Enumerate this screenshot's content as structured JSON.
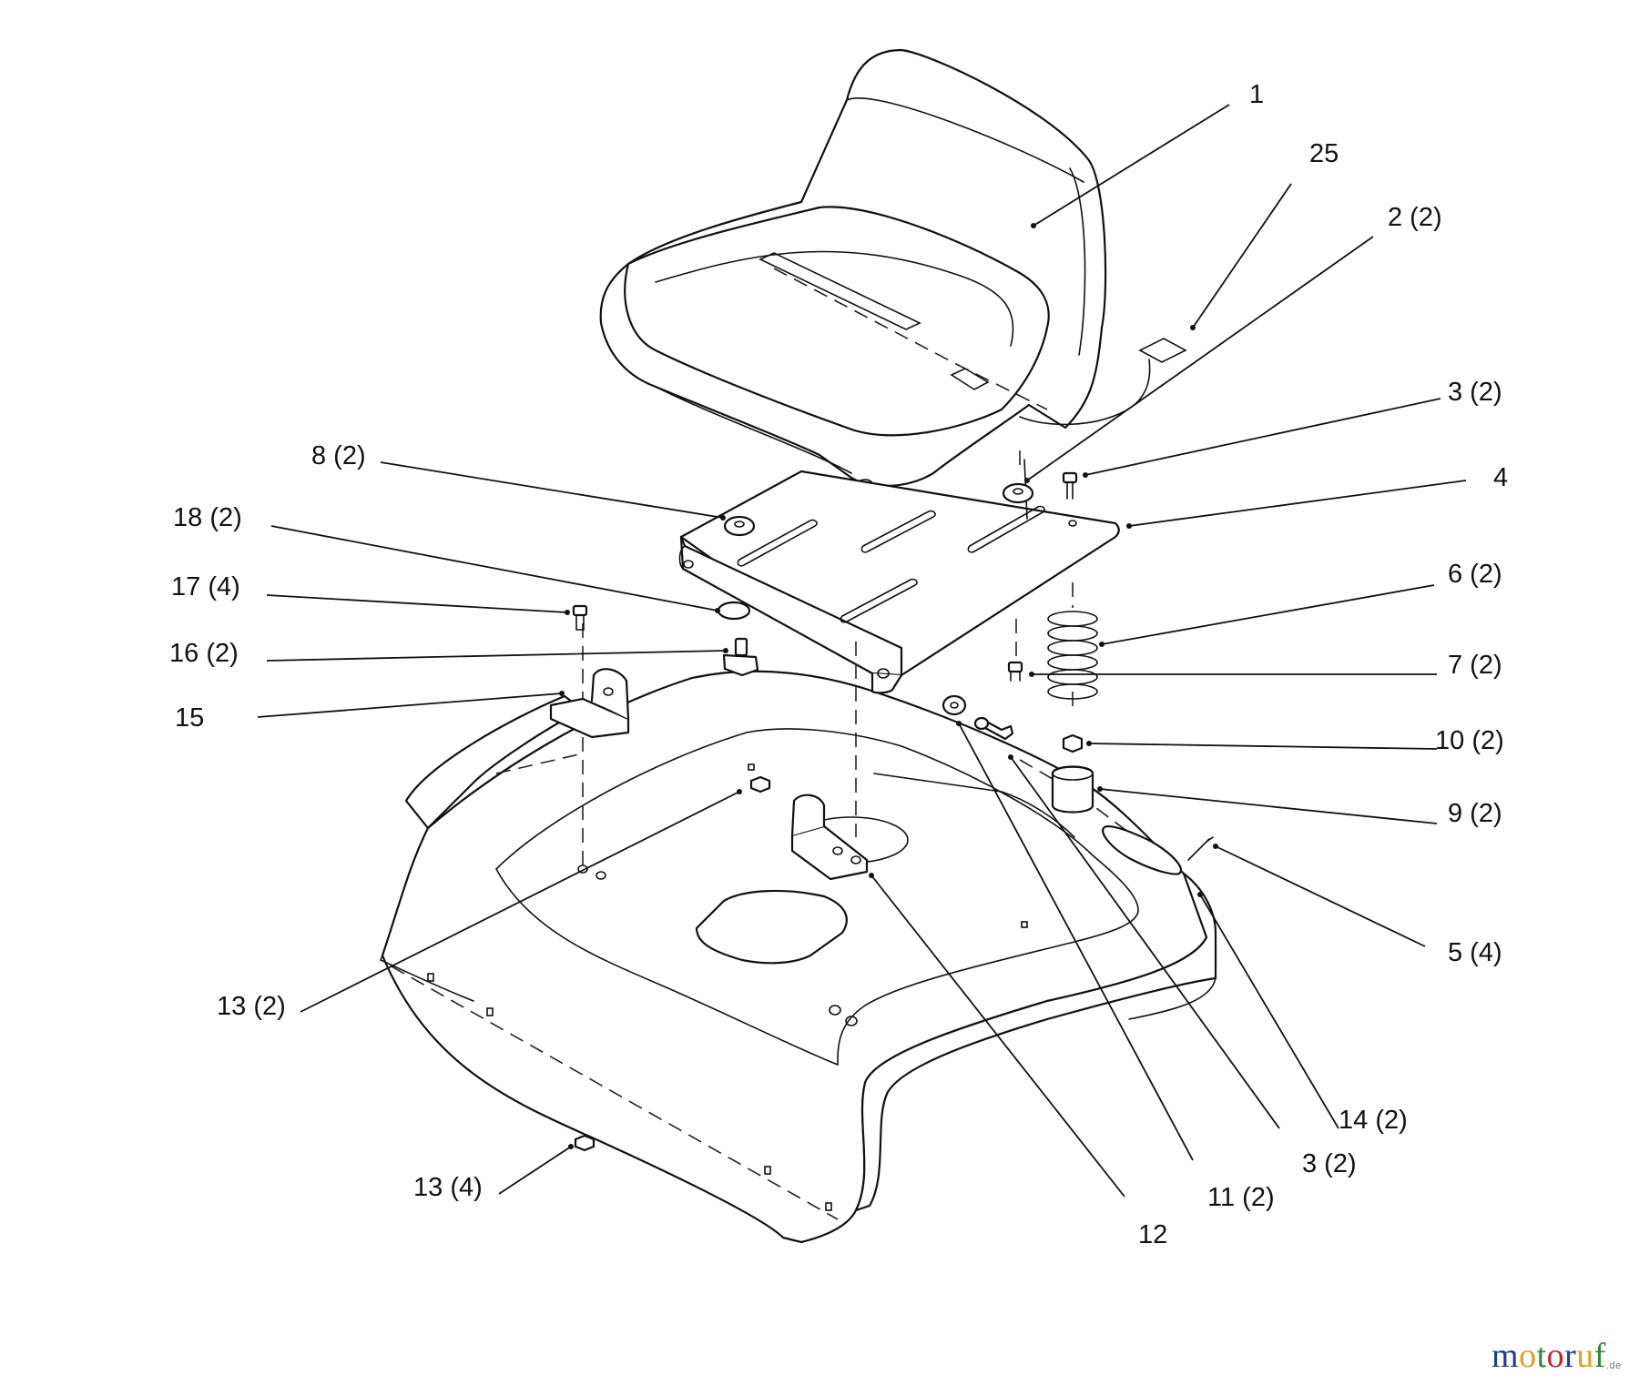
{
  "callouts": {
    "c1": "1",
    "c25": "25",
    "c2": "2 (2)",
    "c3a": "3 (2)",
    "c4": "4",
    "c6": "6 (2)",
    "c7": "7 (2)",
    "c10": "10 (2)",
    "c9": "9 (2)",
    "c5": "5 (4)",
    "c14": "14 (2)",
    "c3b": "3 (2)",
    "c11": "11 (2)",
    "c12": "12",
    "c13b": "13 (4)",
    "c13a": "13 (2)",
    "c15": "15",
    "c16": "16 (2)",
    "c17": "17 (4)",
    "c18": "18 (2)",
    "c8": "8 (2)"
  },
  "watermark": {
    "letters": [
      "m",
      "o",
      "t",
      "o",
      "r",
      "u",
      "f"
    ],
    "colors": [
      "#1e3f8f",
      "#e0a020",
      "#2a8a3a",
      "#c2272d",
      "#1e3f8f",
      "#e0a020",
      "#2a8a3a"
    ],
    "suffix": ".de"
  }
}
